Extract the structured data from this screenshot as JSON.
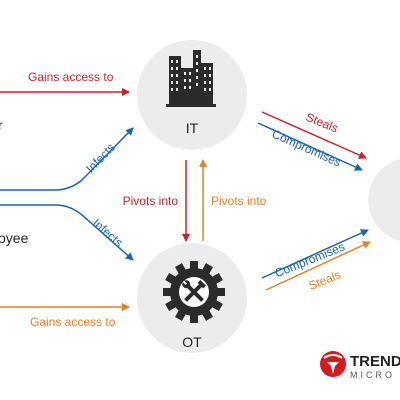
{
  "colors": {
    "red": "#d01f2a",
    "blue": "#1a63b8",
    "orange": "#ef7d22",
    "node_bg": "#ececec",
    "dark": "#2b2b2b",
    "logo_red": "#d71920"
  },
  "actors": {
    "top_partial": "r",
    "middle_partial": "oyee"
  },
  "nodes": {
    "it": {
      "label": "IT",
      "icon": "buildings-icon"
    },
    "ot": {
      "label": "OT",
      "icon": "gear-tools-icon"
    }
  },
  "edges": {
    "gains_access_it": "Gains access to",
    "gains_access_ot": "Gains access to",
    "infects_it": "Infects",
    "infects_ot": "Infects",
    "pivots_it_to_ot": "Pivots into",
    "pivots_ot_to_it": "Pivots into",
    "steals_it": "Steals",
    "compromises_it": "Compromises",
    "compromises_ot": "Compromises",
    "steals_ot": "Steals"
  },
  "logo": {
    "line1": "TREND",
    "line2": "MICRO",
    "icon": "trend-micro-logo-icon"
  }
}
